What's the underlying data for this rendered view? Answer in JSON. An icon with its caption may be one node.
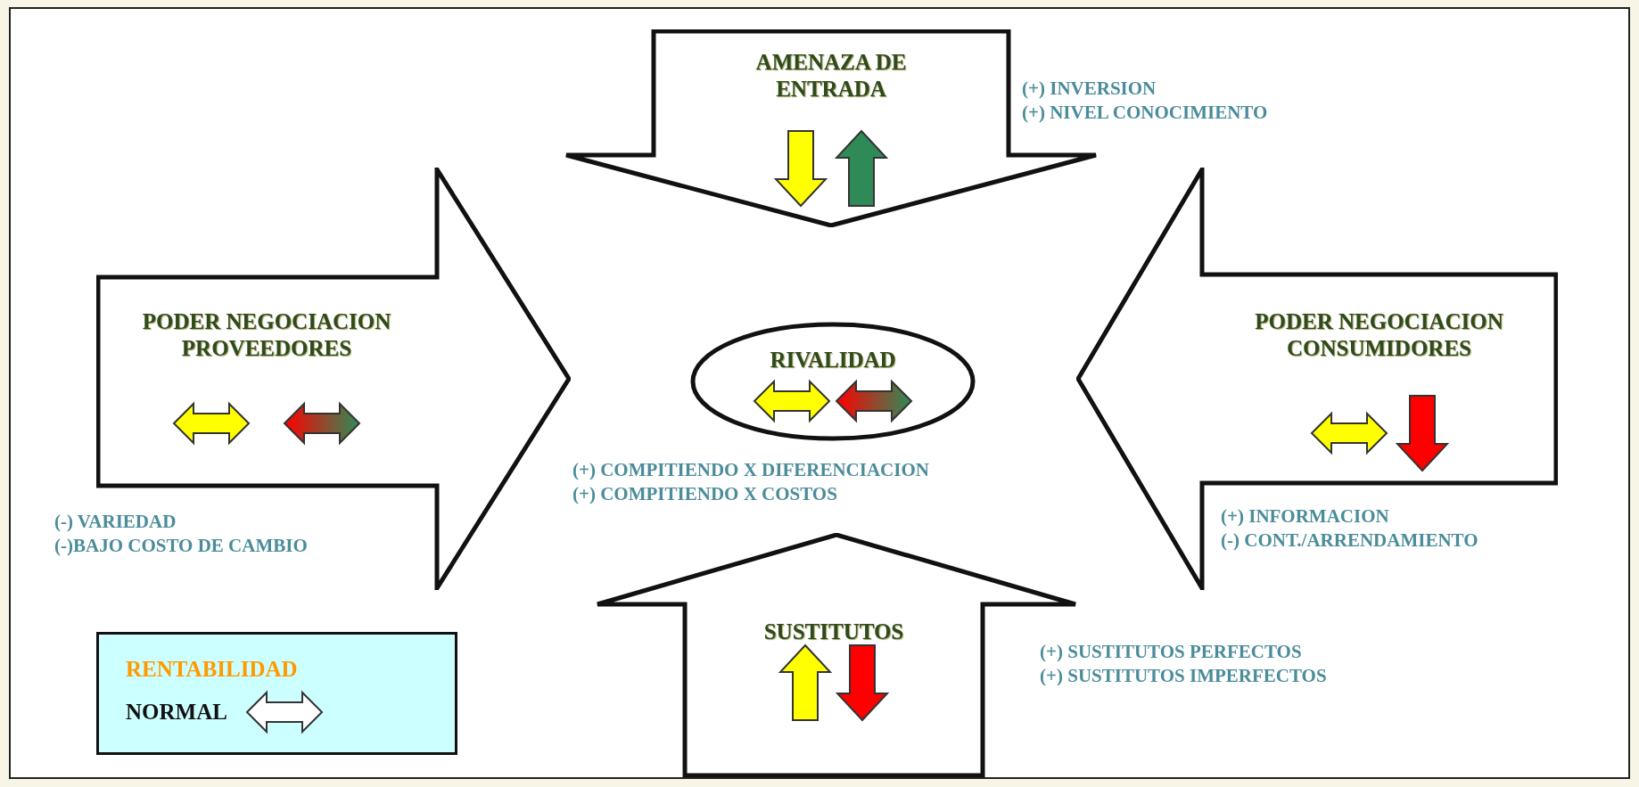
{
  "diagram": {
    "nodes": [
      {
        "text": [
          "AMENAZA DE ENTRADA"
        ],
        "beside": [
          "(+) INVERSION",
          "(+) NIVEL CONOCIMIENTO"
        ]
      },
      {
        "text": [
          "PODER NEGOCIACION PROVEEDORES"
        ],
        "beside": [
          "(-) VARIEDAD",
          "(-)BAJO COSTO DE CAMBIO"
        ]
      },
      {
        "text": [
          "RIVALIDAD"
        ],
        "beside": [
          "(+) COMPITIENDO X DIFERENCIACION",
          "(+) COMPITIENDO X COSTOS"
        ]
      },
      {
        "text": [
          "PODER NEGOCIACION CONSUMIDORES"
        ],
        "beside": [
          "(+) INFORMACION",
          "(-) CONT./ARRENDAMIENTO"
        ]
      },
      {
        "text": [
          "SUSTITUTOS"
        ],
        "beside": [
          "(+) SUSTITUTOS PERFECTOS",
          "(+) SUSTITUTOS IMPERFECTOS"
        ]
      },
      {
        "text": [
          "RENTABILIDAD",
          "NORMAL"
        ]
      }
    ],
    "edges": []
  }
}
